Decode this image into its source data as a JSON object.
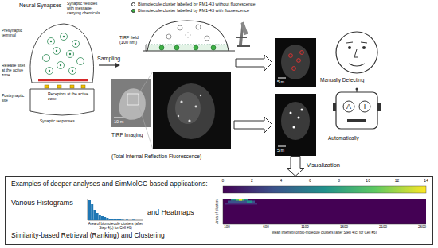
{
  "diagram": {
    "nodes": [
      {
        "text": [
          "5 m"
        ]
      },
      {
        "text": [
          "5 m"
        ]
      },
      {
        "text": [
          "Examples of deeper analyses and SimMolCC-based applications:",
          "Various Histograms",
          "and Heatmaps",
          "Similarity-based Retrieval (Ranking) and Clustering"
        ]
      }
    ],
    "edges": [
      {
        "from": 1,
        "to": 2,
        "label": "Visualization",
        "arrow": "to"
      }
    ],
    "labels": [
      "Neural Synapses",
      "Presynaptic terminal",
      "Synaptic vesicles with message-carrying chemicals",
      "Release sites at the active zone",
      "Receptors at the active zone",
      "Postsynaptic site",
      "Synaptic responses",
      "Sampling",
      "TIRF field (100 nm)",
      "TIRF Imaging",
      "(Total Internal Reflection Fluorescence)",
      "10 m",
      "Manually Detecting",
      "Automatically",
      "A",
      "I",
      "Area of biomolecule clusters (after Step 4(c) for Cell #6)",
      "Mean intensity of bio-molecule clusters (after Step 4(c) for Cell #6)",
      "Area of clusters",
      "0",
      "2",
      "4",
      "6",
      "8",
      "10",
      "12",
      "14",
      "100",
      "600",
      "1100",
      "1600",
      "2100",
      "2600"
    ],
    "legend": [
      {
        "text": "Biomolecule cluster labelled by FM1-43 without fluorescence",
        "color": "#ffffff"
      },
      {
        "text": "Biomolecule cluster labelled by FM1-43 with fluorescence",
        "color": "#3cb043"
      }
    ]
  }
}
